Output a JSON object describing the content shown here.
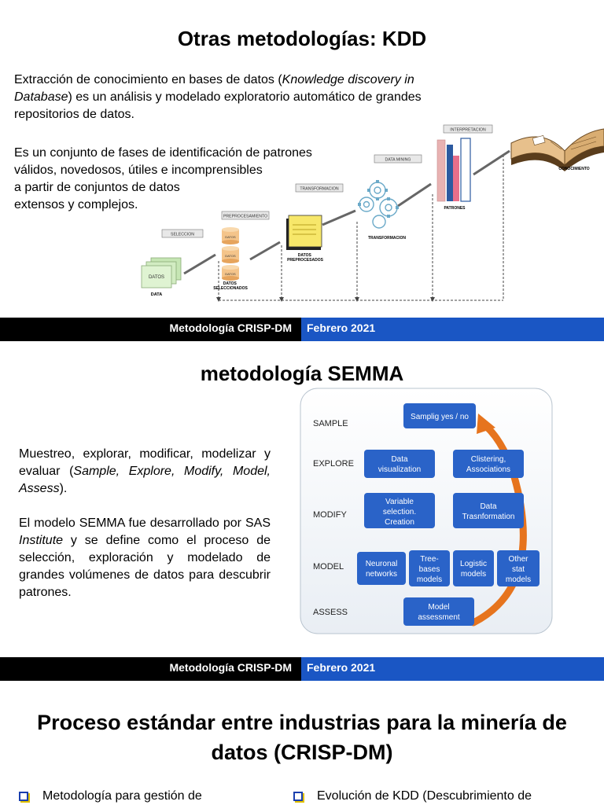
{
  "slide1": {
    "title": "Otras metodologías: KDD",
    "intro_pre": "Extracción de conocimiento en bases de datos (",
    "intro_italic": "Knowledge discovery in Database",
    "intro_post": ") es un análisis y modelado exploratorio automático de grandes repositorios de datos.",
    "fases_lines": [
      "Es un conjunto de fases de identificación de patrones",
      "válidos, novedosos, útiles e incomprensibles",
      "a partir de conjuntos de datos",
      "extensos y complejos."
    ],
    "diagram": {
      "step_tags": [
        "SELECCION",
        "PREPROCESAMIENTO",
        "TRANSFORMACION",
        "DATA MINING",
        "INTERPRETACION"
      ],
      "node_labels": [
        "DATOS",
        "DATA",
        "DATOS SELECCIONADOS",
        "DATOS PREPROCESADOS",
        "TRANSFORMACION",
        "PATRONES",
        "CONOCIMIENTO"
      ],
      "cylinder_label": "DATOS"
    }
  },
  "footer": {
    "left": "Metodología CRISP-DM",
    "right": "Febrero 2021",
    "black": "#000000",
    "blue": "#1a56c4"
  },
  "slide2": {
    "title": "metodología SEMMA",
    "para1_pre": "Muestreo, explorar, modificar, modelizar y evaluar (",
    "para1_italic": "Sample, Explore, Modify, Model, Assess",
    "para1_post": ").",
    "para2_pre": "El modelo SEMMA fue desarrollado por SAS ",
    "para2_italic": "Institute",
    "para2_post": " y se define como el proceso de selección, exploración y modelado de grandes volúmenes de datos para descubrir patrones.",
    "diagram": {
      "phases": [
        "SAMPLE",
        "EXPLORE",
        "MODIFY",
        "MODEL",
        "ASSESS"
      ],
      "boxes": {
        "sample": "Samplig yes / no",
        "explore1": [
          "Data",
          "visualization"
        ],
        "explore2": [
          "Clistering,",
          "Associations"
        ],
        "modify1": [
          "Variable",
          "selection.",
          "Creation"
        ],
        "modify2": [
          "Data",
          "Trasnformation"
        ],
        "model1": [
          "Neuronal",
          "networks"
        ],
        "model2": [
          "Tree-",
          "bases",
          "models"
        ],
        "model3": [
          "Logistic",
          "models"
        ],
        "model4": [
          "Other",
          "stat",
          "models"
        ],
        "assess": [
          "Model",
          "assessment"
        ]
      },
      "box_color": "#2a63c8",
      "arrow_color": "#e6741e"
    }
  },
  "slide3": {
    "title_line1": "Proceso estándar entre industrias para la minería de",
    "title_line2": "datos (CRISP-DM)",
    "bullet1": "Metodología para gestión de",
    "bullet2": "Evolución de KDD (Descubrimiento de"
  }
}
